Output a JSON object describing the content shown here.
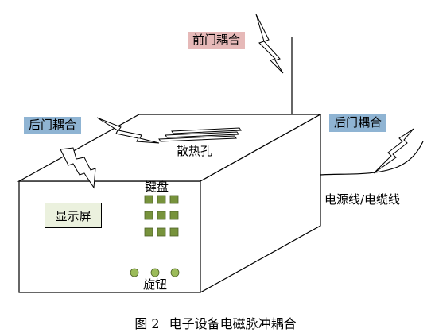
{
  "labels": {
    "front_coupling": "前门耦合",
    "back_coupling_left": "后门耦合",
    "back_coupling_right": "后门耦合",
    "vents": "散热孔",
    "keyboard": "键盘",
    "display": "显示屏",
    "knobs": "旋钮",
    "power_cable": "电源线/电缆线"
  },
  "caption": {
    "figure_no": "图 2",
    "title": "电子设备电磁脉冲耦合"
  },
  "colors": {
    "front_tag": "#e6b9b8",
    "back_tag": "#8fb4d3",
    "display_fill": "#ebf1de",
    "key_fill": "#77933c",
    "knob_fill": "#9bbb59"
  }
}
